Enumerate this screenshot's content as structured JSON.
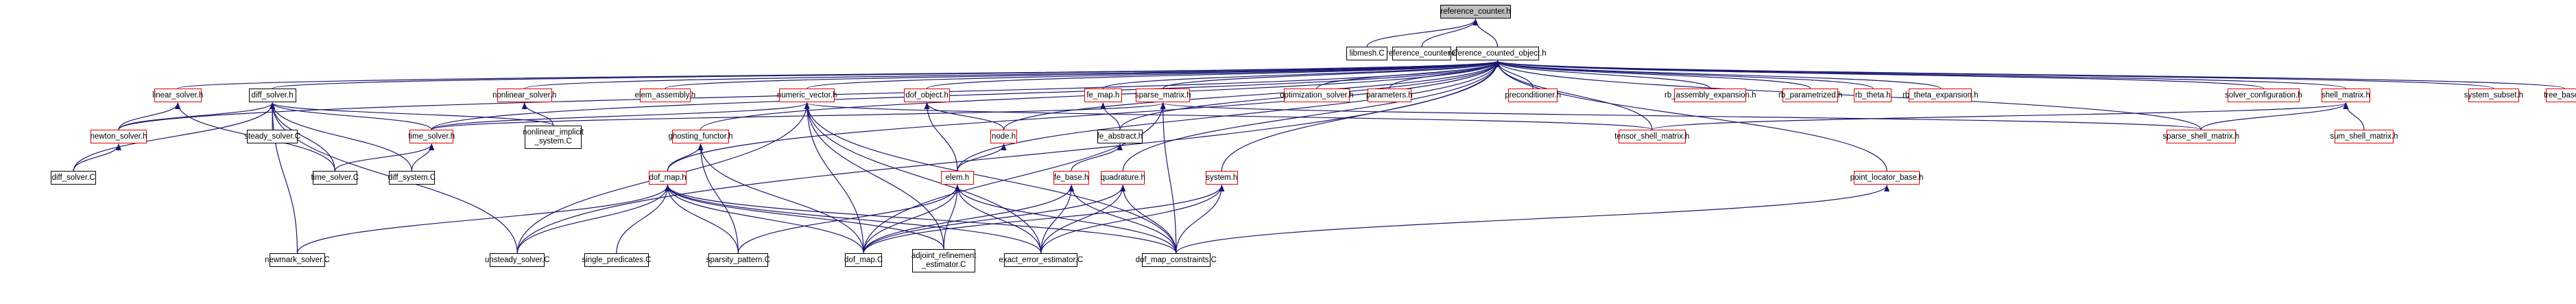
{
  "graph": {
    "nodes": [
      {
        "id": "reference_counter_h",
        "label": "reference_counter.h",
        "style": "gray"
      },
      {
        "id": "libmesh_C",
        "label": "libmesh.C",
        "style": "black"
      },
      {
        "id": "reference_counter_C",
        "label": "reference_counter.C",
        "style": "black"
      },
      {
        "id": "reference_counted_object_h",
        "label": "reference_counted_object.h",
        "style": "black"
      },
      {
        "id": "linear_solver_h",
        "label": "linear_solver.h",
        "style": "red"
      },
      {
        "id": "diff_solver_h",
        "label": "diff_solver.h",
        "style": "black"
      },
      {
        "id": "nonlinear_solver_h",
        "label": "nonlinear_solver.h",
        "style": "red"
      },
      {
        "id": "elem_assembly_h",
        "label": "elem_assembly.h",
        "style": "red"
      },
      {
        "id": "numeric_vector_h",
        "label": "numeric_vector.h",
        "style": "red"
      },
      {
        "id": "dof_object_h",
        "label": "dof_object.h",
        "style": "red"
      },
      {
        "id": "fe_map_h",
        "label": "fe_map.h",
        "style": "red"
      },
      {
        "id": "sparse_matrix_h",
        "label": "sparse_matrix.h",
        "style": "red"
      },
      {
        "id": "optimization_solver_h",
        "label": "optimization_solver.h",
        "style": "red"
      },
      {
        "id": "parameters_h",
        "label": "parameters.h",
        "style": "red"
      },
      {
        "id": "preconditioner_h",
        "label": "preconditioner.h",
        "style": "red"
      },
      {
        "id": "rb_assembly_expansion_h",
        "label": "rb_assembly_expansion.h",
        "style": "red"
      },
      {
        "id": "rb_parametrized_h",
        "label": "rb_parametrized.h",
        "style": "red"
      },
      {
        "id": "rb_theta_h",
        "label": "rb_theta.h",
        "style": "red"
      },
      {
        "id": "rb_theta_expansion_h",
        "label": "rb_theta_expansion.h",
        "style": "red"
      },
      {
        "id": "solver_configuration_h",
        "label": "solver_configuration.h",
        "style": "red"
      },
      {
        "id": "shell_matrix_h",
        "label": "shell_matrix.h",
        "style": "red"
      },
      {
        "id": "system_subset_h",
        "label": "system_subset.h",
        "style": "red"
      },
      {
        "id": "tree_base_h",
        "label": "tree_base.h",
        "style": "red"
      },
      {
        "id": "newton_solver_h",
        "label": "newton_solver.h",
        "style": "red"
      },
      {
        "id": "steady_solver_C",
        "label": "steady_solver.C",
        "style": "black"
      },
      {
        "id": "time_solver_h",
        "label": "time_solver.h",
        "style": "red"
      },
      {
        "id": "nonlinear_implicit_system_C",
        "label": "nonlinear_implicit\n_system.C",
        "style": "black"
      },
      {
        "id": "ghosting_functor_h",
        "label": "ghosting_functor.h",
        "style": "red"
      },
      {
        "id": "node_h",
        "label": "node.h",
        "style": "red"
      },
      {
        "id": "fe_abstract_h",
        "label": "fe_abstract.h",
        "style": "black"
      },
      {
        "id": "tensor_shell_matrix_h",
        "label": "tensor_shell_matrix.h",
        "style": "red"
      },
      {
        "id": "sparse_shell_matrix_h",
        "label": "sparse_shell_matrix.h",
        "style": "red"
      },
      {
        "id": "sum_shell_matrix_h",
        "label": "sum_shell_matrix.h",
        "style": "red"
      },
      {
        "id": "diff_solver_C",
        "label": "diff_solver.C",
        "style": "black"
      },
      {
        "id": "time_solver_C",
        "label": "time_solver.C",
        "style": "black"
      },
      {
        "id": "diff_system_C",
        "label": "diff_system.C",
        "style": "black"
      },
      {
        "id": "dof_map_h",
        "label": "dof_map.h",
        "style": "red"
      },
      {
        "id": "elem_h",
        "label": "elem.h",
        "style": "red"
      },
      {
        "id": "fe_base_h",
        "label": "fe_base.h",
        "style": "red"
      },
      {
        "id": "quadrature_h",
        "label": "quadrature.h",
        "style": "red"
      },
      {
        "id": "system_h",
        "label": "system.h",
        "style": "red"
      },
      {
        "id": "point_locator_base_h",
        "label": "point_locator_base.h",
        "style": "red"
      },
      {
        "id": "newmark_solver_C",
        "label": "newmark_solver.C",
        "style": "black"
      },
      {
        "id": "unsteady_solver_C",
        "label": "unsteady_solver.C",
        "style": "black"
      },
      {
        "id": "single_predicates_C",
        "label": "single_predicates.C",
        "style": "black"
      },
      {
        "id": "sparsity_pattern_C",
        "label": "sparsity_pattern.C",
        "style": "black"
      },
      {
        "id": "dof_map_C",
        "label": "dof_map.C",
        "style": "black"
      },
      {
        "id": "adjoint_refinement_estimator_C",
        "label": "adjoint_refinement\n_estimator.C",
        "style": "black"
      },
      {
        "id": "exact_error_estimator_C",
        "label": "exact_error_estimator.C",
        "style": "black"
      },
      {
        "id": "dof_map_constraints_C",
        "label": "dof_map_constraints.C",
        "style": "black"
      }
    ],
    "edges": [
      [
        "libmesh_C",
        "reference_counter_h"
      ],
      [
        "reference_counter_C",
        "reference_counter_h"
      ],
      [
        "reference_counted_object_h",
        "reference_counter_h"
      ],
      [
        "linear_solver_h",
        "reference_counted_object_h"
      ],
      [
        "diff_solver_h",
        "reference_counted_object_h"
      ],
      [
        "nonlinear_solver_h",
        "reference_counted_object_h"
      ],
      [
        "elem_assembly_h",
        "reference_counted_object_h"
      ],
      [
        "numeric_vector_h",
        "reference_counted_object_h"
      ],
      [
        "dof_object_h",
        "reference_counted_object_h"
      ],
      [
        "fe_map_h",
        "reference_counted_object_h"
      ],
      [
        "sparse_matrix_h",
        "reference_counted_object_h"
      ],
      [
        "optimization_solver_h",
        "reference_counted_object_h"
      ],
      [
        "parameters_h",
        "reference_counted_object_h"
      ],
      [
        "preconditioner_h",
        "reference_counted_object_h"
      ],
      [
        "rb_assembly_expansion_h",
        "reference_counted_object_h"
      ],
      [
        "rb_parametrized_h",
        "reference_counted_object_h"
      ],
      [
        "rb_theta_h",
        "reference_counted_object_h"
      ],
      [
        "rb_theta_expansion_h",
        "reference_counted_object_h"
      ],
      [
        "solver_configuration_h",
        "reference_counted_object_h"
      ],
      [
        "shell_matrix_h",
        "reference_counted_object_h"
      ],
      [
        "system_subset_h",
        "reference_counted_object_h"
      ],
      [
        "tree_base_h",
        "reference_counted_object_h"
      ],
      [
        "newton_solver_h",
        "reference_counted_object_h"
      ],
      [
        "time_solver_h",
        "reference_counted_object_h"
      ],
      [
        "ghosting_functor_h",
        "reference_counted_object_h"
      ],
      [
        "node_h",
        "reference_counted_object_h"
      ],
      [
        "fe_abstract_h",
        "reference_counted_object_h"
      ],
      [
        "tensor_shell_matrix_h",
        "reference_counted_object_h"
      ],
      [
        "sparse_shell_matrix_h",
        "reference_counted_object_h"
      ],
      [
        "dof_map_h",
        "reference_counted_object_h"
      ],
      [
        "elem_h",
        "reference_counted_object_h"
      ],
      [
        "quadrature_h",
        "reference_counted_object_h"
      ],
      [
        "system_h",
        "reference_counted_object_h"
      ],
      [
        "point_locator_base_h",
        "reference_counted_object_h"
      ],
      [
        "unsteady_solver_C",
        "reference_counted_object_h"
      ],
      [
        "newton_solver_h",
        "linear_solver_h"
      ],
      [
        "time_solver_C",
        "linear_solver_h"
      ],
      [
        "newton_solver_h",
        "diff_solver_h"
      ],
      [
        "steady_solver_C",
        "diff_solver_h"
      ],
      [
        "time_solver_h",
        "diff_solver_h"
      ],
      [
        "nonlinear_implicit_system_C",
        "diff_solver_h"
      ],
      [
        "diff_solver_C",
        "diff_solver_h"
      ],
      [
        "time_solver_C",
        "diff_solver_h"
      ],
      [
        "diff_system_C",
        "diff_solver_h"
      ],
      [
        "newmark_solver_C",
        "diff_solver_h"
      ],
      [
        "unsteady_solver_C",
        "diff_solver_h"
      ],
      [
        "nonlinear_implicit_system_C",
        "nonlinear_solver_h"
      ],
      [
        "time_solver_h",
        "numeric_vector_h"
      ],
      [
        "tensor_shell_matrix_h",
        "numeric_vector_h"
      ],
      [
        "unsteady_solver_C",
        "numeric_vector_h"
      ],
      [
        "dof_map_C",
        "numeric_vector_h"
      ],
      [
        "adjoint_refinement_estimator_C",
        "numeric_vector_h"
      ],
      [
        "exact_error_estimator_C",
        "numeric_vector_h"
      ],
      [
        "dof_map_constraints_C",
        "numeric_vector_h"
      ],
      [
        "node_h",
        "dof_object_h"
      ],
      [
        "elem_h",
        "dof_object_h"
      ],
      [
        "fe_abstract_h",
        "fe_map_h"
      ],
      [
        "time_solver_h",
        "sparse_matrix_h"
      ],
      [
        "sparse_shell_matrix_h",
        "sparse_matrix_h"
      ],
      [
        "dof_map_C",
        "sparse_matrix_h"
      ],
      [
        "dof_map_constraints_C",
        "sparse_matrix_h"
      ],
      [
        "tensor_shell_matrix_h",
        "shell_matrix_h"
      ],
      [
        "sparse_shell_matrix_h",
        "shell_matrix_h"
      ],
      [
        "sum_shell_matrix_h",
        "shell_matrix_h"
      ],
      [
        "diff_solver_C",
        "newton_solver_h"
      ],
      [
        "time_solver_C",
        "time_solver_h"
      ],
      [
        "diff_system_C",
        "time_solver_h"
      ],
      [
        "dof_map_h",
        "ghosting_functor_h"
      ],
      [
        "sparsity_pattern_C",
        "ghosting_functor_h"
      ],
      [
        "dof_map_C",
        "ghosting_functor_h"
      ],
      [
        "elem_h",
        "node_h"
      ],
      [
        "fe_base_h",
        "fe_abstract_h"
      ],
      [
        "newmark_solver_C",
        "dof_map_h"
      ],
      [
        "unsteady_solver_C",
        "dof_map_h"
      ],
      [
        "single_predicates_C",
        "dof_map_h"
      ],
      [
        "sparsity_pattern_C",
        "dof_map_h"
      ],
      [
        "dof_map_C",
        "dof_map_h"
      ],
      [
        "adjoint_refinement_estimator_C",
        "dof_map_h"
      ],
      [
        "exact_error_estimator_C",
        "dof_map_h"
      ],
      [
        "dof_map_constraints_C",
        "dof_map_h"
      ],
      [
        "sparsity_pattern_C",
        "elem_h"
      ],
      [
        "dof_map_C",
        "elem_h"
      ],
      [
        "adjoint_refinement_estimator_C",
        "elem_h"
      ],
      [
        "exact_error_estimator_C",
        "elem_h"
      ],
      [
        "dof_map_constraints_C",
        "elem_h"
      ],
      [
        "dof_map_C",
        "fe_base_h"
      ],
      [
        "exact_error_estimator_C",
        "fe_base_h"
      ],
      [
        "dof_map_constraints_C",
        "fe_base_h"
      ],
      [
        "dof_map_C",
        "quadrature_h"
      ],
      [
        "exact_error_estimator_C",
        "quadrature_h"
      ],
      [
        "dof_map_constraints_C",
        "quadrature_h"
      ],
      [
        "dof_map_C",
        "system_h"
      ],
      [
        "exact_error_estimator_C",
        "system_h"
      ],
      [
        "dof_map_constraints_C",
        "system_h"
      ],
      [
        "dof_map_constraints_C",
        "point_locator_base_h"
      ]
    ]
  }
}
